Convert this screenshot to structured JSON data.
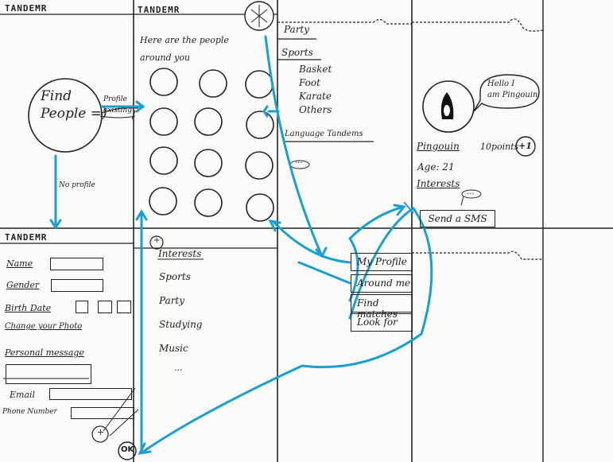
{
  "screens": {
    "home": {
      "brand": "TANDEMR",
      "find_people": [
        "Find",
        "People =)"
      ],
      "arrow_profile": [
        "Profile",
        "existing"
      ],
      "arrow_no_profile": "No profile"
    },
    "people": {
      "brand": "TANDEMR",
      "intro": [
        "Here are the people",
        "around you"
      ]
    },
    "filter": {
      "party": "Party",
      "sports": "Sports",
      "sports_items": [
        "Basket",
        "Foot",
        "Karate",
        "Others"
      ],
      "language": "Language Tandems",
      "more": "..."
    },
    "detail": {
      "bubble": [
        "Hello I",
        "am Pingouin"
      ],
      "name": "Pingouin",
      "points": "10points",
      "plus": "+1",
      "age": "Age: 21",
      "interests": "Interests",
      "more": "...",
      "sms_button": "Send a SMS"
    },
    "profile_form": {
      "brand": "TANDEMR",
      "name": "Name",
      "gender": "Gender",
      "birth": "Birth Date",
      "photo": "Change your Photo",
      "message": "Personal message",
      "email": "Email",
      "phone": "Phone Number",
      "plus": "+",
      "ok": "OK"
    },
    "interests": {
      "plus": "+",
      "title": "Interests",
      "items": [
        "Sports",
        "Party",
        "Studying",
        "Music"
      ],
      "more": "..."
    },
    "menu": {
      "items": [
        "My Profile",
        "Around me",
        "Find matches",
        "Look for"
      ]
    }
  },
  "colors": {
    "arrow": "#1a9fd1",
    "ink": "#222222"
  }
}
